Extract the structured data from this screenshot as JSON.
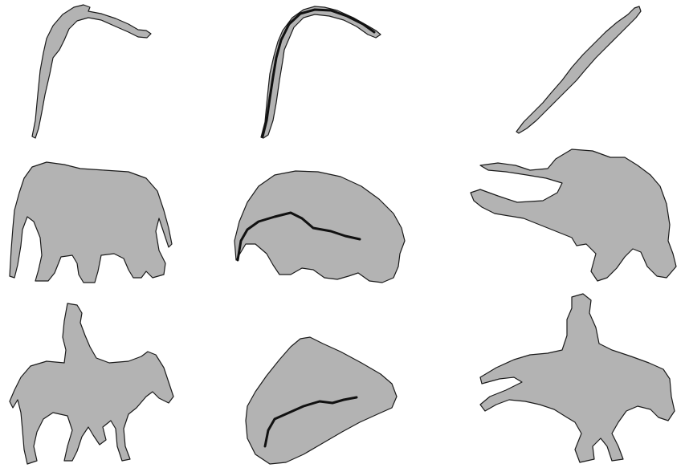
{
  "figure": {
    "colors": {
      "background": "#ffffff",
      "shape_fill": "#b3b3b3",
      "shape_outline": "#1a1a1a",
      "skeleton_stroke": "#111111"
    },
    "rows": [
      {
        "subject": "snake",
        "cells": [
          {
            "column": "original-shape"
          },
          {
            "column": "shape-with-skeleton"
          },
          {
            "column": "deformed-shape"
          }
        ]
      },
      {
        "subject": "elephant",
        "cells": [
          {
            "column": "original-shape"
          },
          {
            "column": "shape-with-skeleton"
          },
          {
            "column": "deformed-shape"
          }
        ]
      },
      {
        "subject": "horse-with-rider",
        "cells": [
          {
            "column": "original-shape"
          },
          {
            "column": "shape-with-skeleton"
          },
          {
            "column": "deformed-shape"
          }
        ]
      }
    ]
  }
}
